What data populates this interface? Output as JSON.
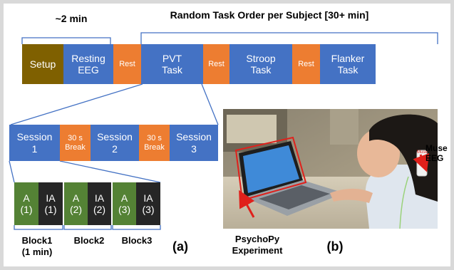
{
  "timeline": {
    "header_left": "~2 min",
    "header_right": "Random Task Order per Subject [30+ min]",
    "blocks": [
      {
        "label": "Setup"
      },
      {
        "label": "Resting\nEEG"
      },
      {
        "label": "Rest"
      },
      {
        "label": "PVT\nTask"
      },
      {
        "label": "Rest"
      },
      {
        "label": "Stroop\nTask"
      },
      {
        "label": "Rest"
      },
      {
        "label": "Flanker\nTask"
      }
    ]
  },
  "sessions": {
    "items": [
      {
        "label": "Session\n1"
      },
      {
        "label": "30 s\nBreak"
      },
      {
        "label": "Session\n2"
      },
      {
        "label": "30 s\nBreak"
      },
      {
        "label": "Session\n3"
      }
    ]
  },
  "trials": {
    "items": [
      {
        "label": "A\n(1)"
      },
      {
        "label": "IA\n(1)"
      },
      {
        "label": "A\n(2)"
      },
      {
        "label": "IA\n(2)"
      },
      {
        "label": "A\n(3)"
      },
      {
        "label": "IA\n(3)"
      }
    ],
    "block_labels": [
      "Block1\n(1 min)",
      "Block2",
      "Block3"
    ]
  },
  "panel_a_label": "(a)",
  "photo": {
    "muse_label": "Muse\nEEG",
    "muse_headband_text": "Muse",
    "psychopy_label": "PsychoPy\nExperiment",
    "panel_b_label": "(b)"
  },
  "colors": {
    "blue": "#4472c4",
    "orange": "#ed7d31",
    "brown": "#7f6000",
    "green": "#548235",
    "dark": "#262626",
    "bracket": "#4472c4",
    "arrow": "#e0201b"
  }
}
